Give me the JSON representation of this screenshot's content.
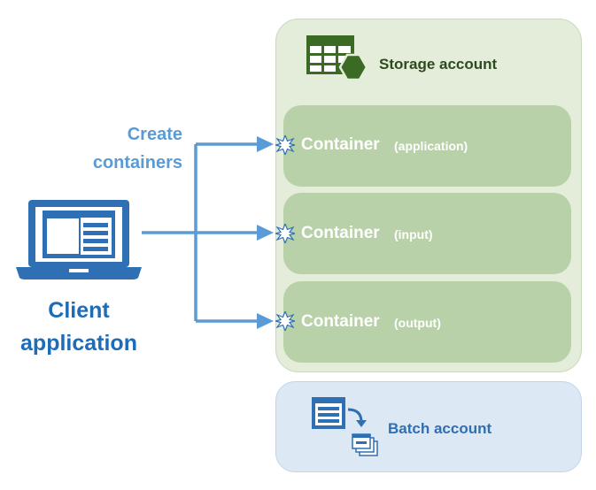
{
  "storage": {
    "title": "Storage account",
    "icon": "storage-account-icon",
    "containers": [
      {
        "label": "Container",
        "sub": "(application)"
      },
      {
        "label": "Container",
        "sub": "(input)"
      },
      {
        "label": "Container",
        "sub": "(output)"
      }
    ]
  },
  "batch": {
    "title": "Batch account",
    "icon": "batch-account-icon"
  },
  "client": {
    "line1": "Client",
    "line2": "application",
    "icon": "laptop-icon"
  },
  "action": {
    "line1": "Create",
    "line2": "containers"
  },
  "colors": {
    "storage_panel": "#e3edd9",
    "container_fill": "#b9d1a9",
    "storage_icon": "#3b6a24",
    "batch_panel": "#dce8f4",
    "batch_accent": "#2f6fb3",
    "arrow": "#5b9bd5",
    "client_text": "#1e6bb8"
  }
}
